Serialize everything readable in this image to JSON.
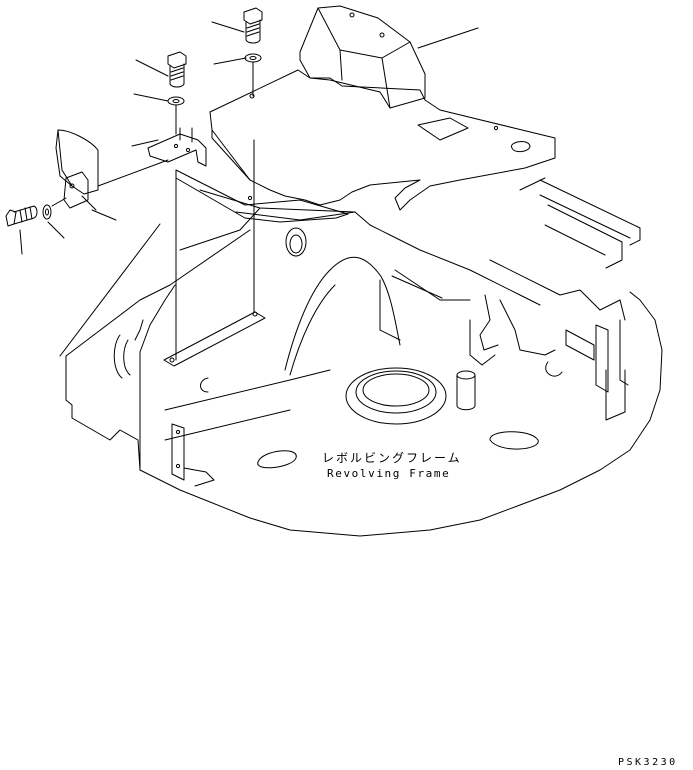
{
  "frame_label": {
    "japanese": "レボルビングフレーム",
    "english": "Revolving Frame"
  },
  "drawing_code": "PSK3230",
  "parts": [
    {
      "name": "cover-plate"
    },
    {
      "name": "bolt-top"
    },
    {
      "name": "washer-top"
    },
    {
      "name": "bolt-middle"
    },
    {
      "name": "washer-middle"
    },
    {
      "name": "bracket"
    },
    {
      "name": "side-cover"
    },
    {
      "name": "bolt-left"
    },
    {
      "name": "washer-left"
    }
  ]
}
